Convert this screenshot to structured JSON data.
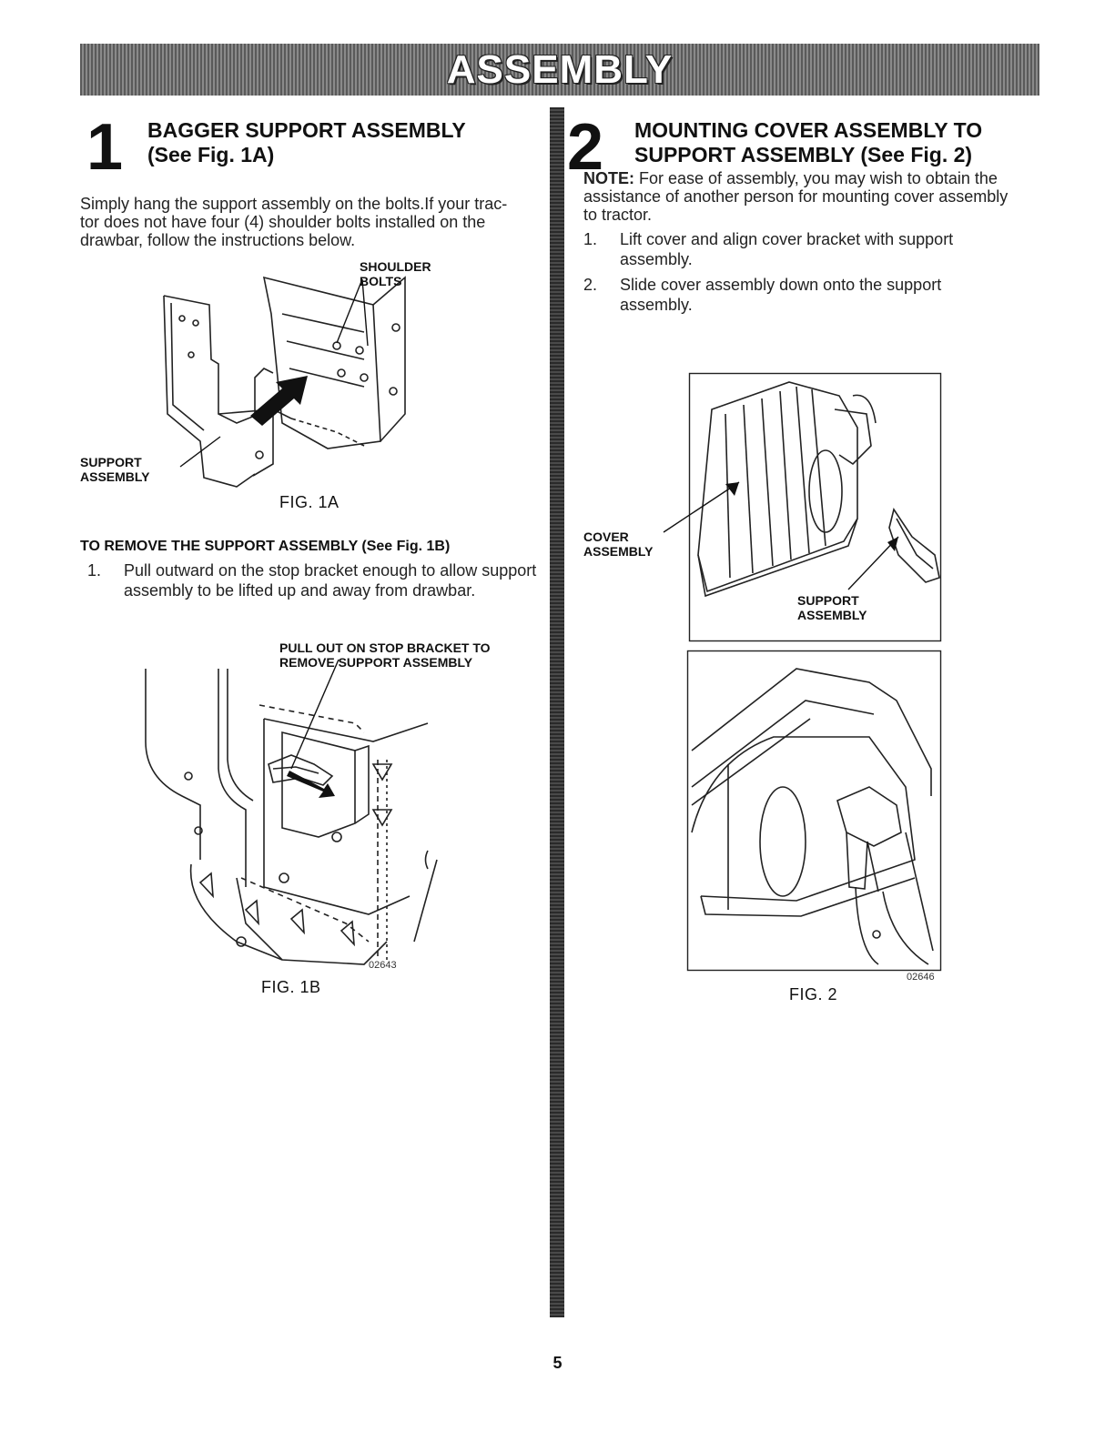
{
  "header": {
    "title": "ASSEMBLY"
  },
  "section1": {
    "number": "1",
    "title_line1": "BAGGER SUPPORT ASSEMBLY",
    "title_line2": "(See Fig. 1A)",
    "intro_line1": "Simply hang the support assembly on the bolts.If your trac-",
    "intro_line2": "tor does not have four (4) shoulder bolts installed on the",
    "intro_line3": "drawbar, follow the instructions below.",
    "fig1a": {
      "callout_shoulder_line1": "SHOULDER",
      "callout_shoulder_line2": "BOLTS",
      "callout_support_line1": "SUPPORT",
      "callout_support_line2": "ASSEMBLY",
      "label": "FIG. 1A"
    },
    "remove_heading": "TO REMOVE THE SUPPORT ASSEMBLY (See Fig. 1B)",
    "remove_steps": [
      {
        "num": "1.",
        "line1": "Pull outward on the stop bracket enough to allow support",
        "line2": "assembly to be lifted up and away from drawbar."
      }
    ],
    "fig1b": {
      "callout_line1": "PULL OUT ON STOP BRACKET TO",
      "callout_line2": "REMOVE SUPPORT ASSEMBLY",
      "part_number": "02643",
      "label": "FIG. 1B"
    }
  },
  "section2": {
    "number": "2",
    "title_line1": "MOUNTING COVER ASSEMBLY TO",
    "title_line2": "SUPPORT ASSEMBLY (See Fig. 2)",
    "note_label": "NOTE:",
    "note_line1": "For ease of assembly, you may wish to obtain the",
    "note_line2": "assistance of another person for mounting cover assembly",
    "note_line3": "to tractor.",
    "steps": [
      {
        "num": "1.",
        "line1": "Lift cover and align cover bracket with support",
        "line2": "assembly."
      },
      {
        "num": "2.",
        "line1": "Slide cover assembly down onto the support",
        "line2": "assembly."
      }
    ],
    "fig2": {
      "callout_cover_line1": "COVER",
      "callout_cover_line2": "ASSEMBLY",
      "callout_support_line1": "SUPPORT",
      "callout_support_line2": "ASSEMBLY",
      "part_number": "02646",
      "label": "FIG. 2"
    }
  },
  "footer": {
    "page_number": "5"
  }
}
